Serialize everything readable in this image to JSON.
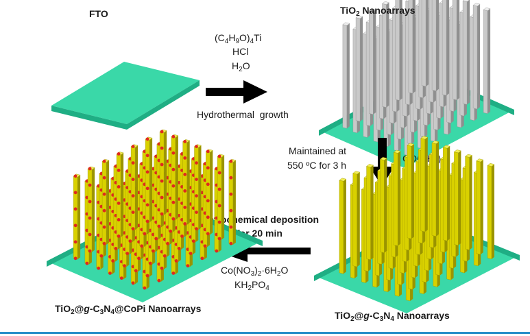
{
  "labels": {
    "fto": "FTO",
    "tio2_nanoarrays": {
      "base": "TiO",
      "sub": "2",
      "rest": " Nanoarrays"
    },
    "reagents_step1": {
      "line1": [
        "(C",
        "4",
        "H",
        "9",
        "O)",
        "4",
        "Ti"
      ],
      "line2": "HCl",
      "line3": [
        "H",
        "2",
        "O"
      ]
    },
    "hydrothermal": "Hydrothermal  growth",
    "maintained_line1": "Maintained at",
    "maintained_line2": "550 ºC for 3 h",
    "urea": [
      "CO(NH",
      "2",
      ")",
      "2"
    ],
    "tio2_gc3n4": [
      "TiO",
      "2",
      "@",
      "g",
      "-C",
      "3",
      "N",
      "4",
      " Nanoarrays"
    ],
    "electrodeposition_line1": "Electrochemical deposition",
    "electrodeposition_line2": "for 20 min",
    "reagents_step3_line1": [
      "Co(NO",
      "3",
      ")",
      "2",
      "·6H",
      "2",
      "O"
    ],
    "reagents_step3_line2": [
      "KH",
      "2",
      "PO",
      "4"
    ],
    "tio2_gc3n4_copi": [
      "TiO",
      "2",
      "@",
      "g",
      "-C",
      "3",
      "N",
      "4",
      "@CoPi Nanoarrays"
    ]
  },
  "colors": {
    "substrate_top": "#3ad8a8",
    "substrate_side": "#1fae84",
    "rod_grey_front": "#c9c9c9",
    "rod_grey_side": "#8f8f8f",
    "rod_grey_top": "#eeeeee",
    "rod_yellow_front": "#d9d100",
    "rod_yellow_side": "#9a9400",
    "rod_yellow_top": "#f2ee55",
    "copi_dot": "#e0281f",
    "arrow": "#000000",
    "bottom_rule": "#2a8fc9"
  }
}
